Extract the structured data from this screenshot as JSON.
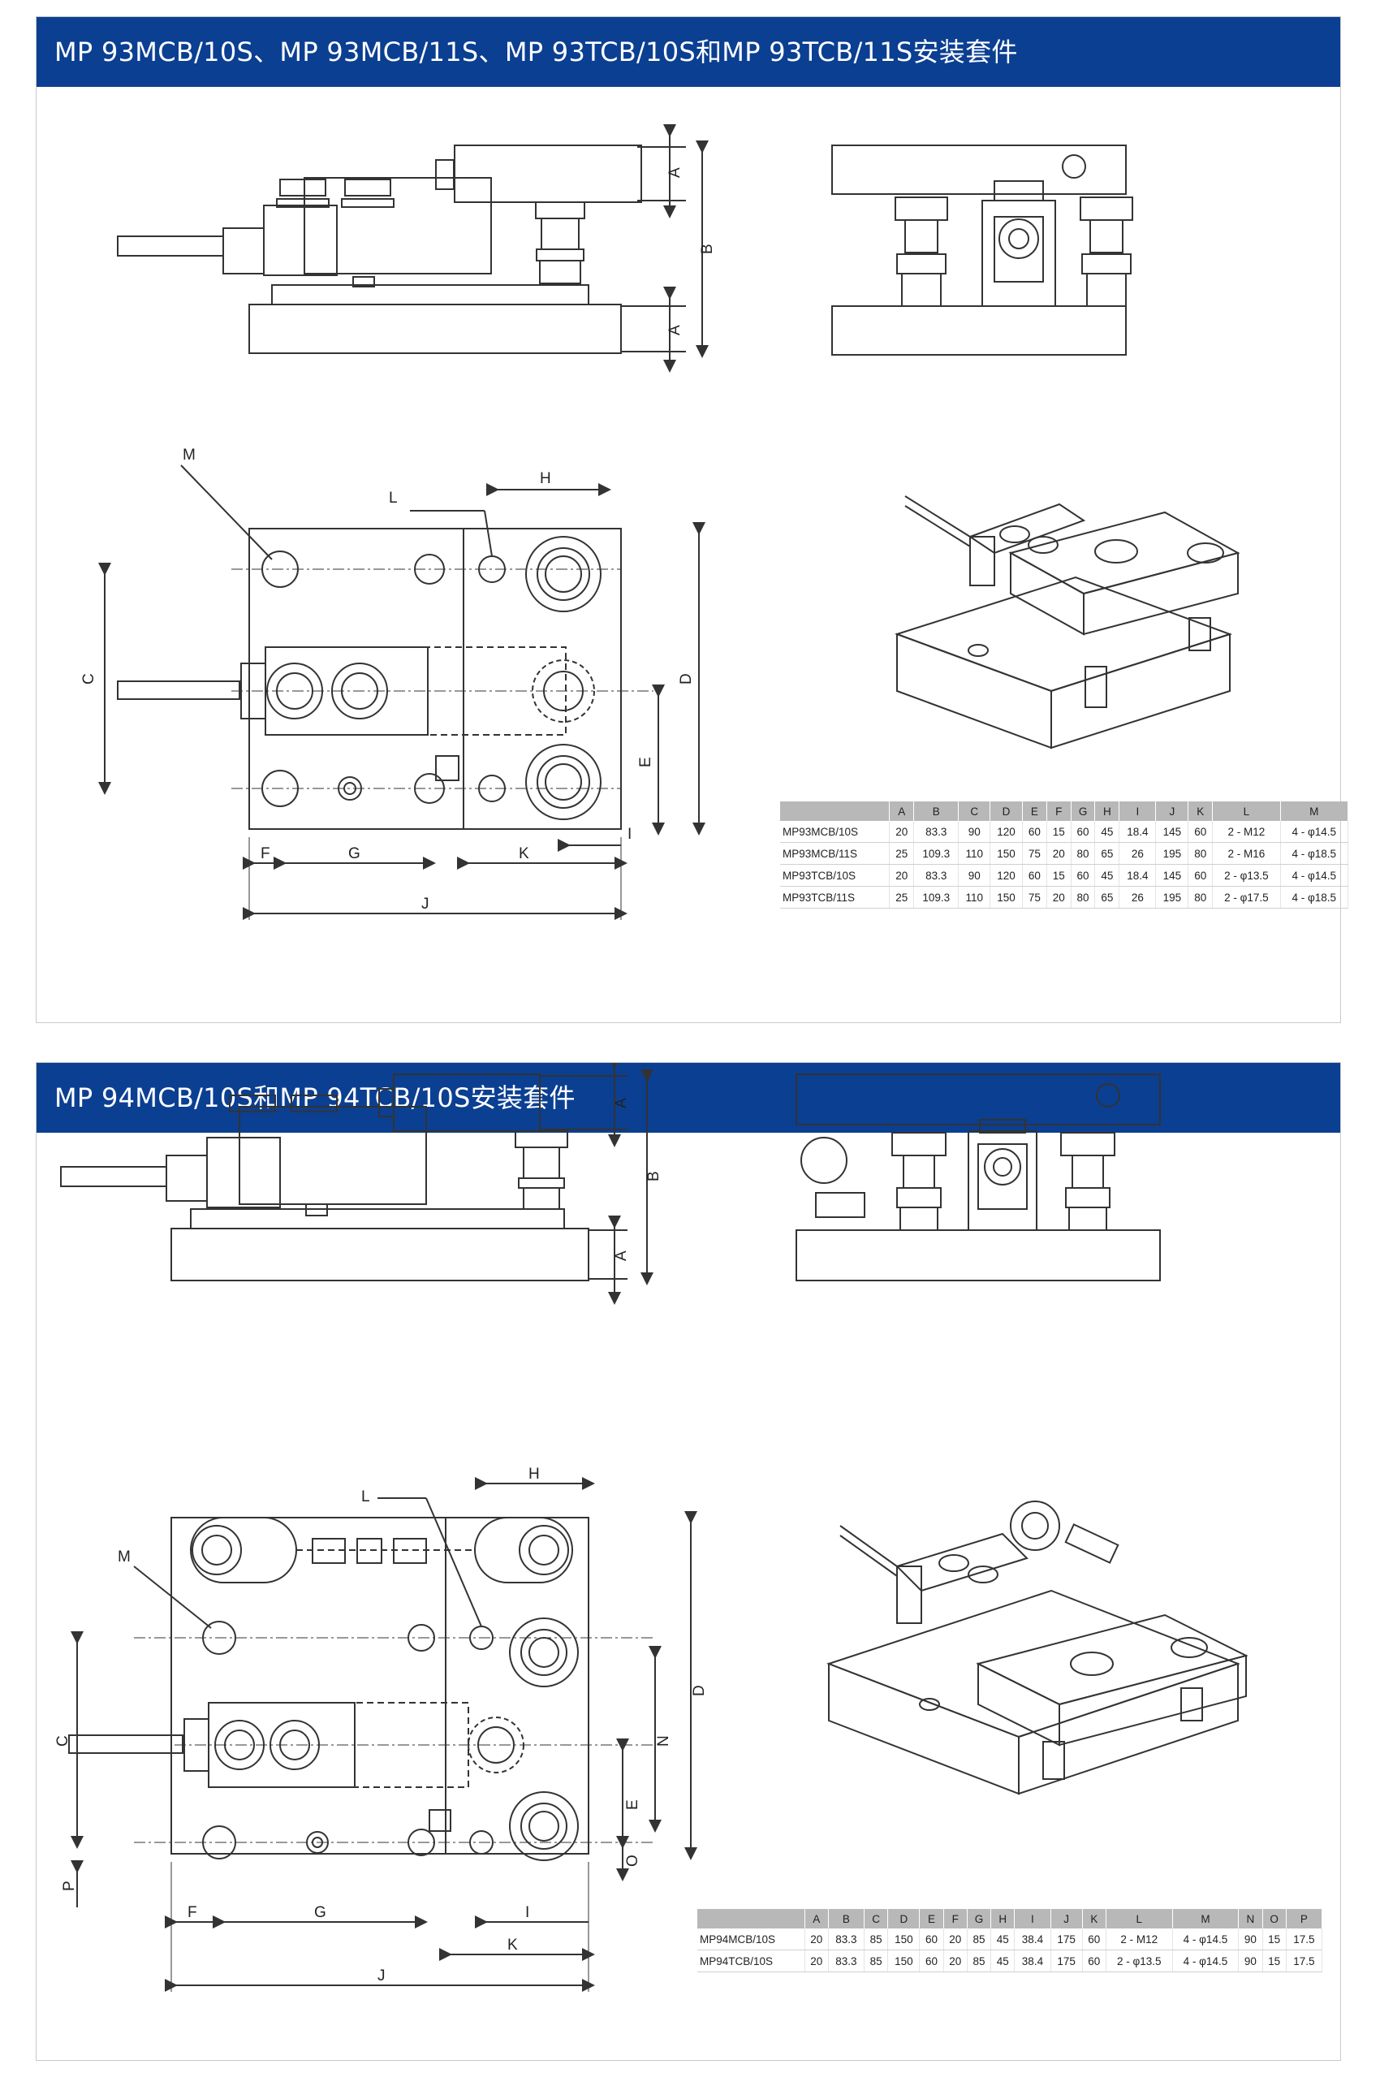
{
  "sections": [
    {
      "title": "MP 93MCB/10S、MP 93MCB/11S、MP 93TCB/10S和MP 93TCB/11S安装套件",
      "side_labels": [
        "A",
        "B",
        "A"
      ],
      "plan_labels": [
        "M",
        "L",
        "H",
        "C",
        "D",
        "E",
        "I",
        "F",
        "G",
        "K",
        "J"
      ],
      "table": {
        "headers": [
          "",
          "A",
          "B",
          "C",
          "D",
          "E",
          "F",
          "G",
          "H",
          "I",
          "J",
          "K",
          "L",
          "M"
        ],
        "rows": [
          [
            "MP93MCB/10S",
            "20",
            "83.3",
            "90",
            "120",
            "60",
            "15",
            "60",
            "45",
            "18.4",
            "145",
            "60",
            "2 - M12",
            "4 - φ14.5"
          ],
          [
            "MP93MCB/11S",
            "25",
            "109.3",
            "110",
            "150",
            "75",
            "20",
            "80",
            "65",
            "26",
            "195",
            "80",
            "2 - M16",
            "4 - φ18.5"
          ],
          [
            "MP93TCB/10S",
            "20",
            "83.3",
            "90",
            "120",
            "60",
            "15",
            "60",
            "45",
            "18.4",
            "145",
            "60",
            "2 - φ13.5",
            "4 - φ14.5"
          ],
          [
            "MP93TCB/11S",
            "25",
            "109.3",
            "110",
            "150",
            "75",
            "20",
            "80",
            "65",
            "26",
            "195",
            "80",
            "2 - φ17.5",
            "4 - φ18.5"
          ]
        ]
      }
    },
    {
      "title": "MP 94MCB/10S和MP 94TCB/10S安装套件",
      "side_labels": [
        "A",
        "B",
        "A"
      ],
      "plan_labels": [
        "H",
        "L",
        "M",
        "C",
        "N",
        "D",
        "E",
        "O",
        "P",
        "F",
        "G",
        "I",
        "K",
        "J"
      ],
      "table": {
        "headers": [
          "",
          "A",
          "B",
          "C",
          "D",
          "E",
          "F",
          "G",
          "H",
          "I",
          "J",
          "K",
          "L",
          "M",
          "N",
          "O",
          "P"
        ],
        "rows": [
          [
            "MP94MCB/10S",
            "20",
            "83.3",
            "85",
            "150",
            "60",
            "20",
            "85",
            "45",
            "38.4",
            "175",
            "60",
            "2 - M12",
            "4 - φ14.5",
            "90",
            "15",
            "17.5"
          ],
          [
            "MP94TCB/10S",
            "20",
            "83.3",
            "85",
            "150",
            "60",
            "20",
            "85",
            "45",
            "38.4",
            "175",
            "60",
            "2 - φ13.5",
            "4 - φ14.5",
            "90",
            "15",
            "17.5"
          ]
        ]
      }
    }
  ]
}
